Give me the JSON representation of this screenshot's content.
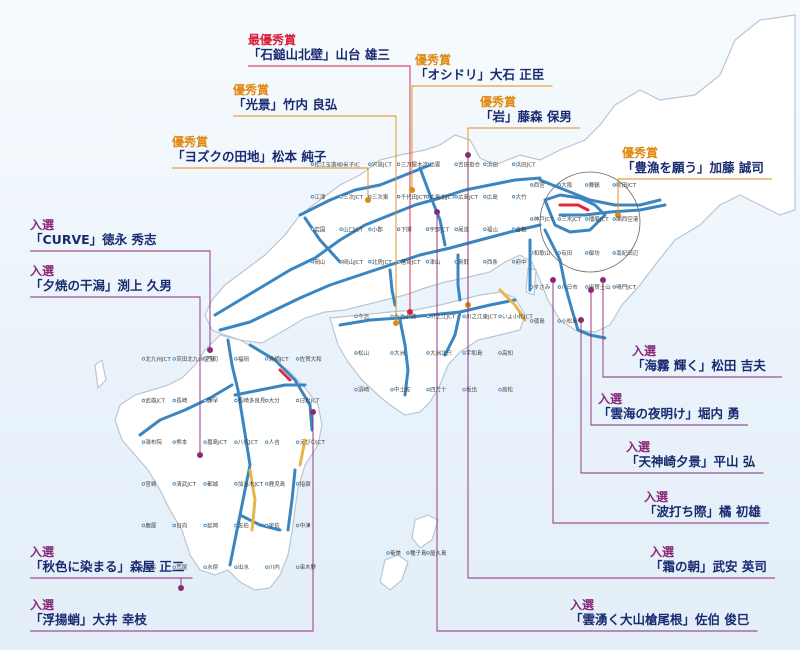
{
  "colors": {
    "land": "#ffffff",
    "coast": "#b9c6d3",
    "highway": "#3b86c0",
    "construction": "#e9b44a",
    "highlight": "#e0283a",
    "top_award": "#d8203a",
    "excellence": "#e08a12",
    "selection": "#8a2a7a",
    "text": "#1a2a70"
  },
  "labels": [
    {
      "id": "top",
      "type": "top",
      "award": "最優秀賞",
      "work": "「石鎚山北壁」山台 雄三"
    },
    {
      "id": "oshidori",
      "type": "ex",
      "award": "優秀賞",
      "work": "「オシドリ」大石 正臣"
    },
    {
      "id": "kokei",
      "type": "ex",
      "award": "優秀賞",
      "work": "「光景」竹内 良弘"
    },
    {
      "id": "iwa",
      "type": "ex",
      "award": "優秀賞",
      "work": "「岩」藤森 保男"
    },
    {
      "id": "yozuku",
      "type": "ex",
      "award": "優秀賞",
      "work": "「ヨズクの田地」松本 純子"
    },
    {
      "id": "horyo",
      "type": "ex",
      "award": "優秀賞",
      "work": "「豊漁を願う」加藤 誠司"
    },
    {
      "id": "curve",
      "type": "sel",
      "award": "入選",
      "work": "「CURVE」徳永 秀志"
    },
    {
      "id": "yuyake",
      "type": "sel",
      "award": "入選",
      "work": "「夕焼の干潟」渕上 久男"
    },
    {
      "id": "kaimu",
      "type": "sel",
      "award": "入選",
      "work": "「海霧 輝く」松田 吉夫"
    },
    {
      "id": "unkai",
      "type": "sel",
      "award": "入選",
      "work": "「雲海の夜明け」堀内 勇"
    },
    {
      "id": "tenjin",
      "type": "sel",
      "award": "入選",
      "work": "「天神崎夕景」平山 弘"
    },
    {
      "id": "namiuchi",
      "type": "sel",
      "award": "入選",
      "work": "「波打ち際」橘 初雄"
    },
    {
      "id": "shimo",
      "type": "sel",
      "award": "入選",
      "work": "「霜の朝」武安 英司"
    },
    {
      "id": "akiiro",
      "type": "sel",
      "award": "入選",
      "work": "「秋色に染まる」森屋 正二"
    },
    {
      "id": "fuyo",
      "type": "sel",
      "award": "入選",
      "work": "「浮揚蛸」大井 幸枝"
    },
    {
      "id": "unwaku",
      "type": "sel",
      "award": "入選",
      "work": "「雲湧く大山槍尾根」佐伯 俊巳"
    }
  ],
  "places": {
    "chugoku": [
      {
        "name": "松江玉造",
        "code": "IC"
      },
      {
        "name": "米子",
        "code": "IC"
      },
      {
        "name": "宍道",
        "code": "JCT"
      },
      {
        "name": "三刀屋木次",
        "code": ""
      },
      {
        "name": "出雲",
        "code": ""
      },
      {
        "name": "吉田掛合",
        "code": ""
      },
      {
        "name": "浜田",
        "code": ""
      },
      {
        "name": "浜田JCT",
        "code": ""
      },
      {
        "name": "江津",
        "code": ""
      },
      {
        "name": "三次JCT",
        "code": ""
      },
      {
        "name": "三次東",
        "code": ""
      },
      {
        "name": "千代田JCT",
        "code": ""
      },
      {
        "name": "広島北JCT",
        "code": ""
      },
      {
        "name": "広島JCT",
        "code": ""
      },
      {
        "name": "広島",
        "code": ""
      },
      {
        "name": "大竹",
        "code": ""
      },
      {
        "name": "岩国",
        "code": ""
      },
      {
        "name": "山口JCT",
        "code": ""
      },
      {
        "name": "小郡",
        "code": ""
      },
      {
        "name": "下関",
        "code": ""
      },
      {
        "name": "宇部JCT",
        "code": ""
      },
      {
        "name": "尾道",
        "code": ""
      },
      {
        "name": "福山",
        "code": ""
      },
      {
        "name": "倉敷",
        "code": ""
      },
      {
        "name": "岡山",
        "code": ""
      },
      {
        "name": "岡山JCT",
        "code": ""
      },
      {
        "name": "北房JCT",
        "code": ""
      },
      {
        "name": "落合JCT",
        "code": ""
      },
      {
        "name": "津山",
        "code": ""
      },
      {
        "name": "鳥取",
        "code": ""
      },
      {
        "name": "西条",
        "code": ""
      },
      {
        "name": "府中",
        "code": ""
      }
    ],
    "kinki": [
      {
        "name": "西宮",
        "code": ""
      },
      {
        "name": "大阪",
        "code": ""
      },
      {
        "name": "舞鶴",
        "code": ""
      },
      {
        "name": "吹田JCT",
        "code": ""
      },
      {
        "name": "神戸JCT",
        "code": ""
      },
      {
        "name": "三木JCT",
        "code": ""
      },
      {
        "name": "播磨JCT",
        "code": ""
      },
      {
        "name": "関西空港",
        "code": ""
      },
      {
        "name": "和歌山",
        "code": ""
      },
      {
        "name": "有田",
        "code": ""
      },
      {
        "name": "御坊",
        "code": ""
      },
      {
        "name": "南紀田辺",
        "code": ""
      },
      {
        "name": "すさみ",
        "code": ""
      },
      {
        "name": "八日市",
        "code": ""
      },
      {
        "name": "甲賀土山",
        "code": ""
      },
      {
        "name": "鳴門JCT",
        "code": ""
      },
      {
        "name": "徳島",
        "code": ""
      },
      {
        "name": "小松島",
        "code": ""
      }
    ],
    "shikoku": [
      {
        "name": "今治",
        "code": ""
      },
      {
        "name": "今治小浦",
        "code": ""
      },
      {
        "name": "川之江JCT",
        "code": ""
      },
      {
        "name": "川之江東JCT",
        "code": ""
      },
      {
        "name": "いよ小松JCT",
        "code": ""
      },
      {
        "name": "松山",
        "code": ""
      },
      {
        "name": "大洲",
        "code": ""
      },
      {
        "name": "大洲北只",
        "code": ""
      },
      {
        "name": "宇和島",
        "code": ""
      },
      {
        "name": "高知",
        "code": ""
      },
      {
        "name": "須崎",
        "code": ""
      },
      {
        "name": "中土佐",
        "code": ""
      },
      {
        "name": "四万十",
        "code": ""
      },
      {
        "name": "坂出",
        "code": ""
      },
      {
        "name": "高松",
        "code": ""
      }
    ],
    "kyushu": [
      {
        "name": "北九州JCT",
        "code": ""
      },
      {
        "name": "苅田北九州空港",
        "code": ""
      },
      {
        "name": "門司",
        "code": ""
      },
      {
        "name": "福岡",
        "code": ""
      },
      {
        "name": "鳥栖JCT",
        "code": ""
      },
      {
        "name": "佐賀大和",
        "code": ""
      },
      {
        "name": "武雄JCT",
        "code": ""
      },
      {
        "name": "長崎",
        "code": ""
      },
      {
        "name": "諫早",
        "code": ""
      },
      {
        "name": "長崎多良見",
        "code": ""
      },
      {
        "name": "大分",
        "code": ""
      },
      {
        "name": "日出JCT",
        "code": ""
      },
      {
        "name": "湯布院",
        "code": ""
      },
      {
        "name": "熊本",
        "code": ""
      },
      {
        "name": "嘉島JCT",
        "code": ""
      },
      {
        "name": "八代JCT",
        "code": ""
      },
      {
        "name": "人吉",
        "code": ""
      },
      {
        "name": "えびのJCT",
        "code": ""
      },
      {
        "name": "宮崎",
        "code": ""
      },
      {
        "name": "清武JCT",
        "code": ""
      },
      {
        "name": "都城",
        "code": ""
      },
      {
        "name": "加治木JCT",
        "code": ""
      },
      {
        "name": "鹿児島",
        "code": ""
      },
      {
        "name": "指宿",
        "code": ""
      },
      {
        "name": "鹿屋",
        "code": ""
      },
      {
        "name": "日向",
        "code": ""
      },
      {
        "name": "延岡",
        "code": ""
      },
      {
        "name": "佐伯",
        "code": ""
      },
      {
        "name": "宇佐",
        "code": ""
      },
      {
        "name": "中津",
        "code": ""
      },
      {
        "name": "玉名",
        "code": ""
      },
      {
        "name": "荒尾",
        "code": ""
      },
      {
        "name": "水俣",
        "code": ""
      },
      {
        "name": "出水",
        "code": ""
      },
      {
        "name": "川内",
        "code": ""
      },
      {
        "name": "串木野",
        "code": ""
      }
    ],
    "islands": [
      {
        "name": "奄美",
        "code": ""
      },
      {
        "name": "種子島",
        "code": ""
      },
      {
        "name": "屋久島",
        "code": ""
      }
    ]
  }
}
